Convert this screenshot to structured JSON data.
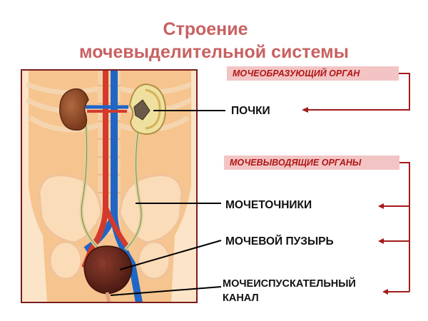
{
  "title": {
    "line1": "Строение",
    "line2": "мочевыделительной системы"
  },
  "categories": {
    "forming": "МОЧЕОБРАЗУЮЩИЙ ОРГАН",
    "excreting": "МОЧЕВЫВОДЯЩИЕ  ОРГАНЫ"
  },
  "labels": {
    "kidneys": "ПОЧКИ",
    "ureters": "МОЧЕТОЧНИКИ",
    "bladder": "МОЧЕВОЙ ПУЗЫРЬ",
    "urethra_line1": "МОЧЕИСПУСКАТЕЛЬНЫЙ",
    "urethra_line2": "КАНАЛ"
  },
  "colors": {
    "title": "#c86161",
    "pill_bg": "#f3c4c4",
    "pill_text": "#b01515",
    "bracket": "#a31a1a",
    "frame": "#7a1d1d"
  }
}
